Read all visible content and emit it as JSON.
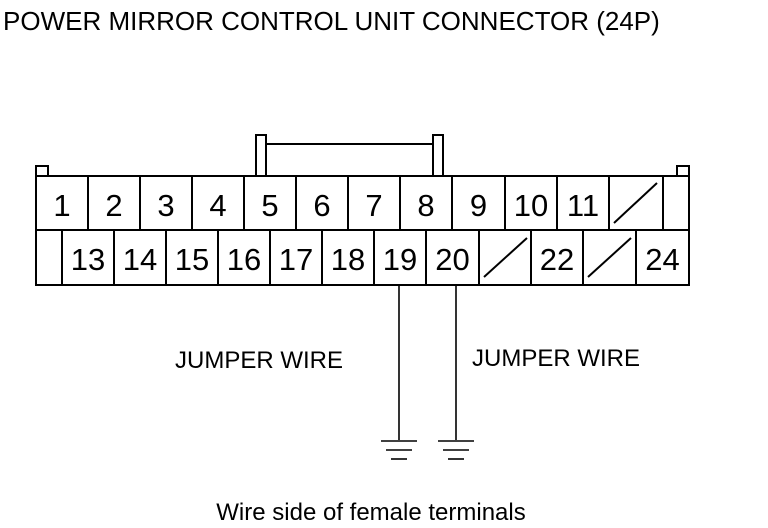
{
  "title": "POWER MIRROR CONTROL UNIT CONNECTOR (24P)",
  "connector": {
    "top_row": [
      "1",
      "2",
      "3",
      "4",
      "5",
      "6",
      "7",
      "8",
      "9",
      "10",
      "11",
      "",
      ""
    ],
    "bottom_row": [
      "",
      "13",
      "14",
      "15",
      "16",
      "17",
      "18",
      "19",
      "20",
      "",
      "22",
      "",
      "24"
    ]
  },
  "jumper_left_label": "JUMPER WIRE",
  "jumper_right_label": "JUMPER WIRE",
  "caption": "Wire side of female terminals",
  "icons": [
    "ground-symbol",
    "ground-symbol"
  ]
}
